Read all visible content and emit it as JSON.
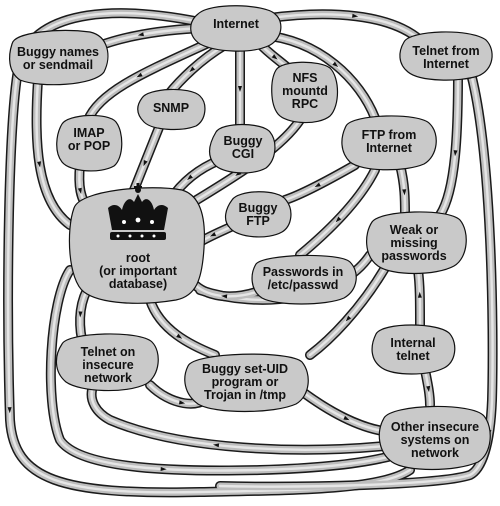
{
  "colors": {
    "node_fill": "#c9c9c9",
    "pipe_dark": "#1a1a1a",
    "pipe_mid": "#bdbdbd",
    "pipe_light": "#e6e6e6",
    "crown": "#111111"
  },
  "nodes": {
    "internet": {
      "lines": [
        "Internet"
      ]
    },
    "buggy_names": {
      "lines": [
        "Buggy names",
        "or sendmail"
      ]
    },
    "telnet_internet": {
      "lines": [
        "Telnet from",
        "Internet"
      ]
    },
    "nfs": {
      "lines": [
        "NFS",
        "mountd",
        "RPC"
      ]
    },
    "snmp": {
      "lines": [
        "SNMP"
      ]
    },
    "imap": {
      "lines": [
        "IMAP",
        "or POP"
      ]
    },
    "buggy_cgi": {
      "lines": [
        "Buggy",
        "CGI"
      ]
    },
    "ftp_internet": {
      "lines": [
        "FTP from",
        "Internet"
      ]
    },
    "buggy_ftp": {
      "lines": [
        "Buggy",
        "FTP"
      ]
    },
    "root": {
      "lines": [
        "root",
        "(or important",
        "database)"
      ],
      "icon": "crown-icon"
    },
    "weak_pw": {
      "lines": [
        "Weak or",
        "missing",
        "passwords"
      ]
    },
    "passwd": {
      "lines": [
        "Passwords in",
        "/etc/passwd"
      ]
    },
    "telnet_insecure": {
      "lines": [
        "Telnet on",
        "insecure",
        "network"
      ]
    },
    "internal_telnet": {
      "lines": [
        "Internal",
        "telnet"
      ]
    },
    "setuid": {
      "lines": [
        "Buggy set-UID",
        "program or",
        "Trojan in /tmp"
      ]
    },
    "other_systems": {
      "lines": [
        "Other insecure",
        "systems on",
        "network"
      ]
    }
  }
}
